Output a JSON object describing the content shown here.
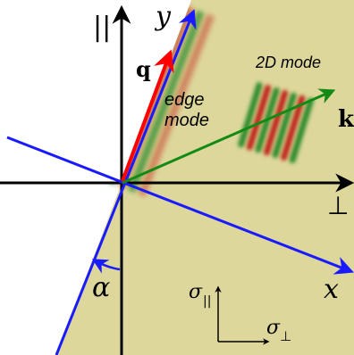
{
  "labels": {
    "parallel_axis": "||",
    "perp_axis": "⊥",
    "y_axis": "y",
    "x_axis": "x",
    "q_vector": "q",
    "k_vector": "k",
    "edge_mode_line1": "edge",
    "edge_mode_line2": "mode",
    "two_d_mode": "2D mode",
    "alpha": "α",
    "sigma_parallel": "σ",
    "sigma_parallel_sub": "||",
    "sigma_perp": "σ",
    "sigma_perp_sub": "⊥"
  },
  "colors": {
    "sample_fill": "#ddd79b",
    "axis_black": "#000000",
    "edge_line_blue": "#1a1aff",
    "q_arrow_red": "#ff0000",
    "k_arrow_green": "#138a13",
    "wave_red": "#c0241a",
    "wave_green": "#2e8b2e"
  }
}
